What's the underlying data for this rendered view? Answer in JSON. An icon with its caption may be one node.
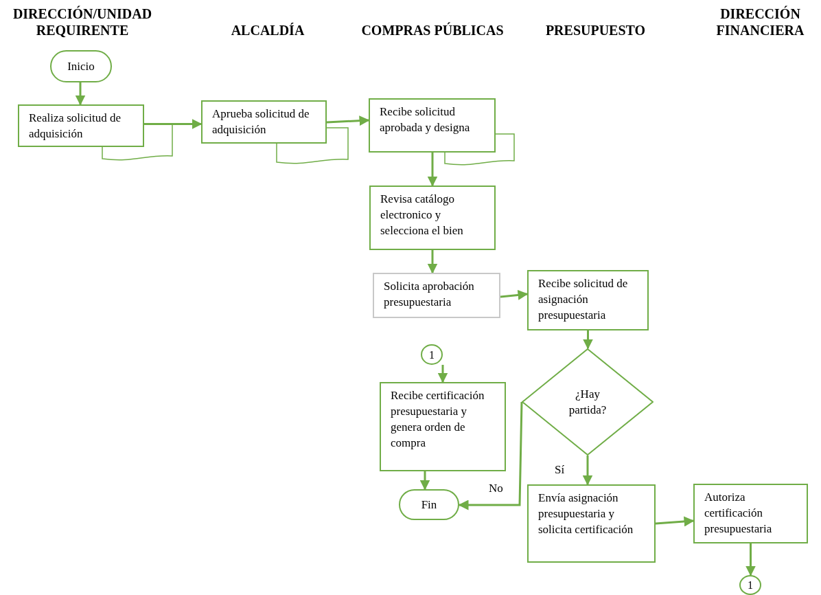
{
  "diagram": {
    "nodes": [
      {
        "text": [
          "Inicio"
        ]
      },
      {
        "text": [
          "Realiza solicitud de adquisición"
        ]
      },
      {
        "text": [
          "Aprueba solicitud de adquisición"
        ]
      },
      {
        "text": [
          "Recibe solicitud aprobada y designa"
        ]
      },
      {
        "text": [
          "Revisa catálogo electronico y selecciona el bien"
        ]
      },
      {
        "text": [
          "Solicita aprobación presupuestaria"
        ]
      },
      {
        "text": [
          "Recibe solicitud de asignación presupuestaria"
        ]
      },
      {
        "text": [
          "¿Hay partida?"
        ]
      },
      {
        "text": [
          "1"
        ]
      },
      {
        "text": [
          "Recibe certificación presupuestaria y genera orden de compra"
        ]
      },
      {
        "text": [
          "Fin"
        ]
      },
      {
        "text": [
          "Envía asignación presupuestaria y solicita certificación"
        ]
      },
      {
        "text": [
          "Autoriza certificación presupuestaria"
        ]
      },
      {
        "text": [
          "1"
        ]
      },
      {
        "text": [],
        "shape": "document"
      },
      {
        "text": [],
        "shape": "document"
      },
      {
        "text": [],
        "shape": "document"
      }
    ],
    "edges": [
      {
        "from": 0,
        "to": 1,
        "arrow": "to"
      },
      {
        "from": 1,
        "to": 2,
        "arrow": "to"
      },
      {
        "from": 2,
        "to": 3,
        "arrow": "to"
      },
      {
        "from": 3,
        "to": 4,
        "arrow": "to"
      },
      {
        "from": 4,
        "to": 5,
        "arrow": "to"
      },
      {
        "from": 5,
        "to": 6,
        "arrow": "to"
      },
      {
        "from": 6,
        "to": 7,
        "arrow": "to"
      },
      {
        "from": 7,
        "to": 11,
        "arrow": "to",
        "label": "Sí"
      },
      {
        "from": 7,
        "to": 10,
        "arrow": "to",
        "label": "No"
      },
      {
        "from": 11,
        "to": 12,
        "arrow": "to"
      },
      {
        "from": 12,
        "to": 13,
        "arrow": "to"
      },
      {
        "from": 8,
        "to": 9,
        "arrow": "to"
      },
      {
        "from": 9,
        "to": 10,
        "arrow": "to"
      }
    ],
    "labels": [
      "DIRECCIÓN/UNIDAD REQUIRENTE",
      "ALCALDÍA",
      "COMPRAS PÚBLICAS",
      "PRESUPUESTO",
      "DIRECCIÓN FINANCIERA"
    ]
  }
}
